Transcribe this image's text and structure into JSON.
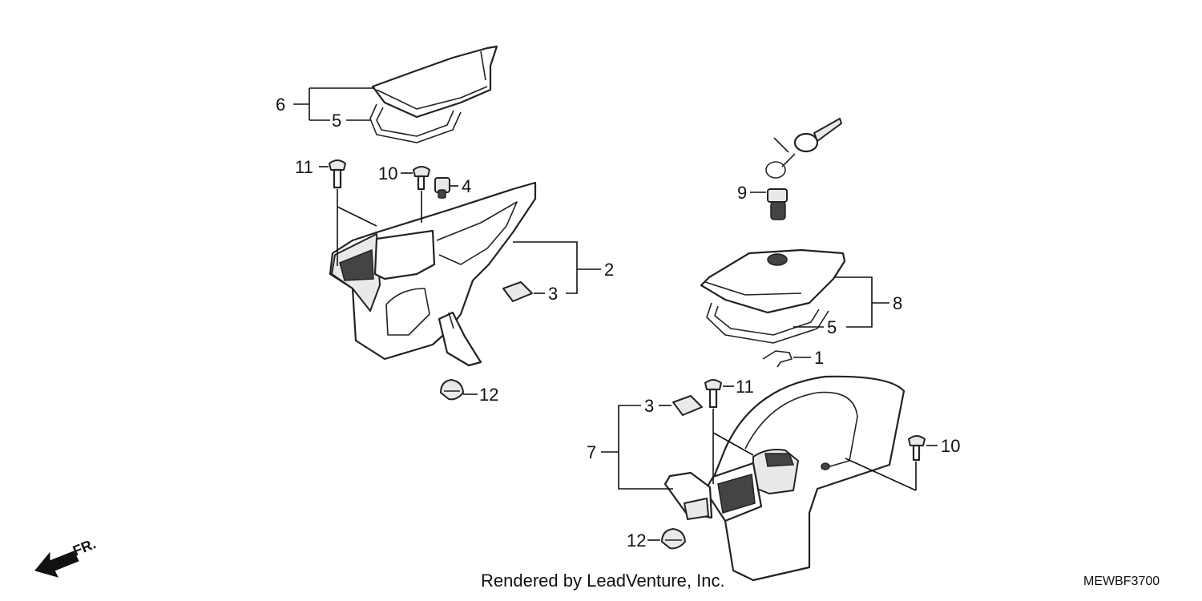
{
  "callouts": {
    "c6": "6",
    "c5a": "5",
    "c11a": "11",
    "c10a": "10",
    "c4": "4",
    "c2": "2",
    "c3a": "3",
    "c12a": "12",
    "c9": "9",
    "c8": "8",
    "c5b": "5",
    "c1": "1",
    "c11b": "11",
    "c3b": "3",
    "c7": "7",
    "c10b": "10",
    "c12b": "12"
  },
  "front_marker": "FR.",
  "footer": {
    "rendered_by": "Rendered by LeadVenture, Inc.",
    "diagram_code": "MEWBF3700"
  }
}
